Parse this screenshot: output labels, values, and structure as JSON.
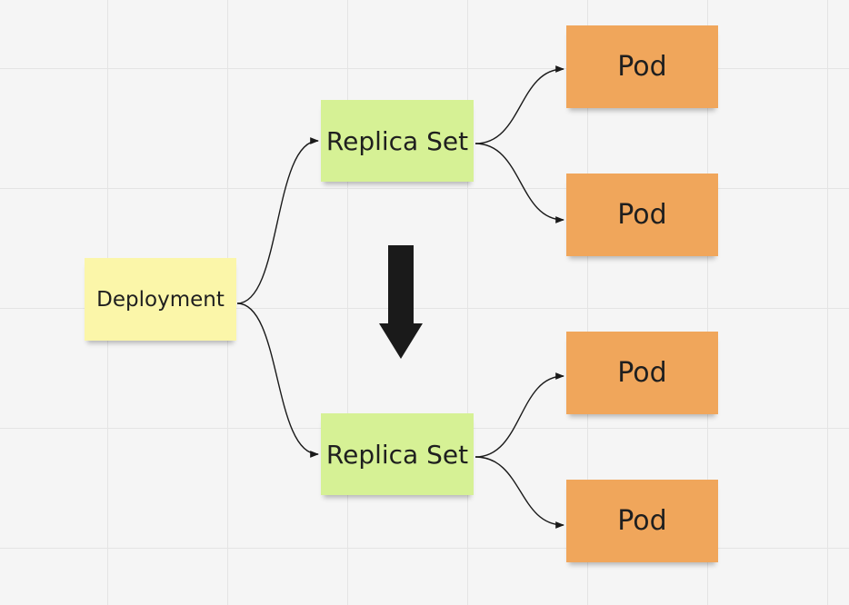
{
  "nodes": {
    "deployment": "Deployment",
    "replica_set_1": "Replica Set",
    "replica_set_2": "Replica Set",
    "pod_1": "Pod",
    "pod_2": "Pod",
    "pod_3": "Pod",
    "pod_4": "Pod"
  },
  "colors": {
    "canvas_background": "#f5f5f5",
    "grid_line": "#e4e4e4",
    "deployment_note": "#fbf6a9",
    "replica_set_note": "#d6f195",
    "pod_note": "#f0a65b",
    "connector": "#1a1a1a",
    "transition_arrow": "#1a1a1a"
  },
  "icons": {
    "transition_arrow": "down-arrow-icon"
  }
}
